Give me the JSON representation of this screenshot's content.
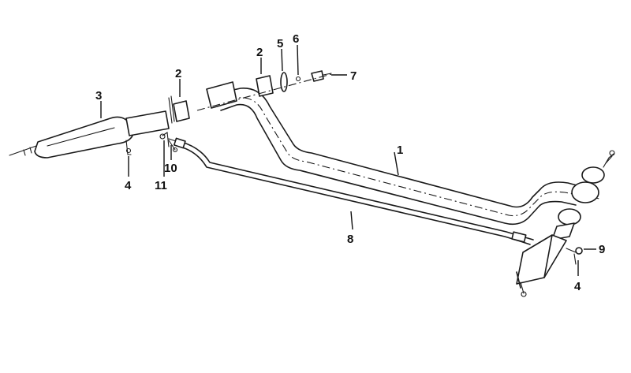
{
  "diagram": {
    "labels": {
      "l1": "1",
      "l2a": "2",
      "l2b": "2",
      "l3": "3",
      "l4a": "4",
      "l4b": "4",
      "l5": "5",
      "l6": "6",
      "l7": "7",
      "l8": "8",
      "l9": "9",
      "l10": "10",
      "l11": "11"
    }
  }
}
